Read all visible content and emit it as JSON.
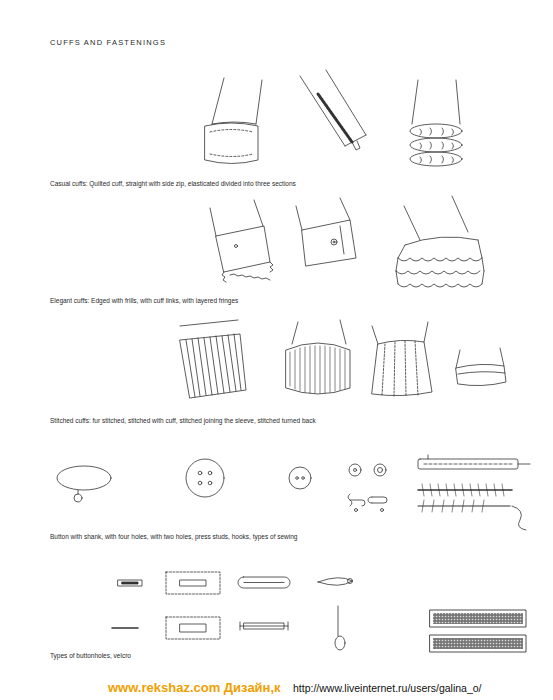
{
  "diagram": {
    "title": "CUFFS AND FASTENINGS",
    "labels": [
      "Casual cuffs: Quilted cuff, straight with side zip, elasticated divided into three sections",
      "Elegant cuffs: Edged with frills, with cuff links, with layered fringes",
      "Stitched cuffs: fur stitched, stitched with cuff, stitched joining the sleeve, stitched turned back",
      "Button with shank, with four holes, with two holes, press studs, hooks, types of sewing",
      "Types of buttonholes, velcro",
      "www.rekshaz.com Дизайн,к",
      "http://www.liveinternet.ru/users/galina_o/"
    ]
  }
}
